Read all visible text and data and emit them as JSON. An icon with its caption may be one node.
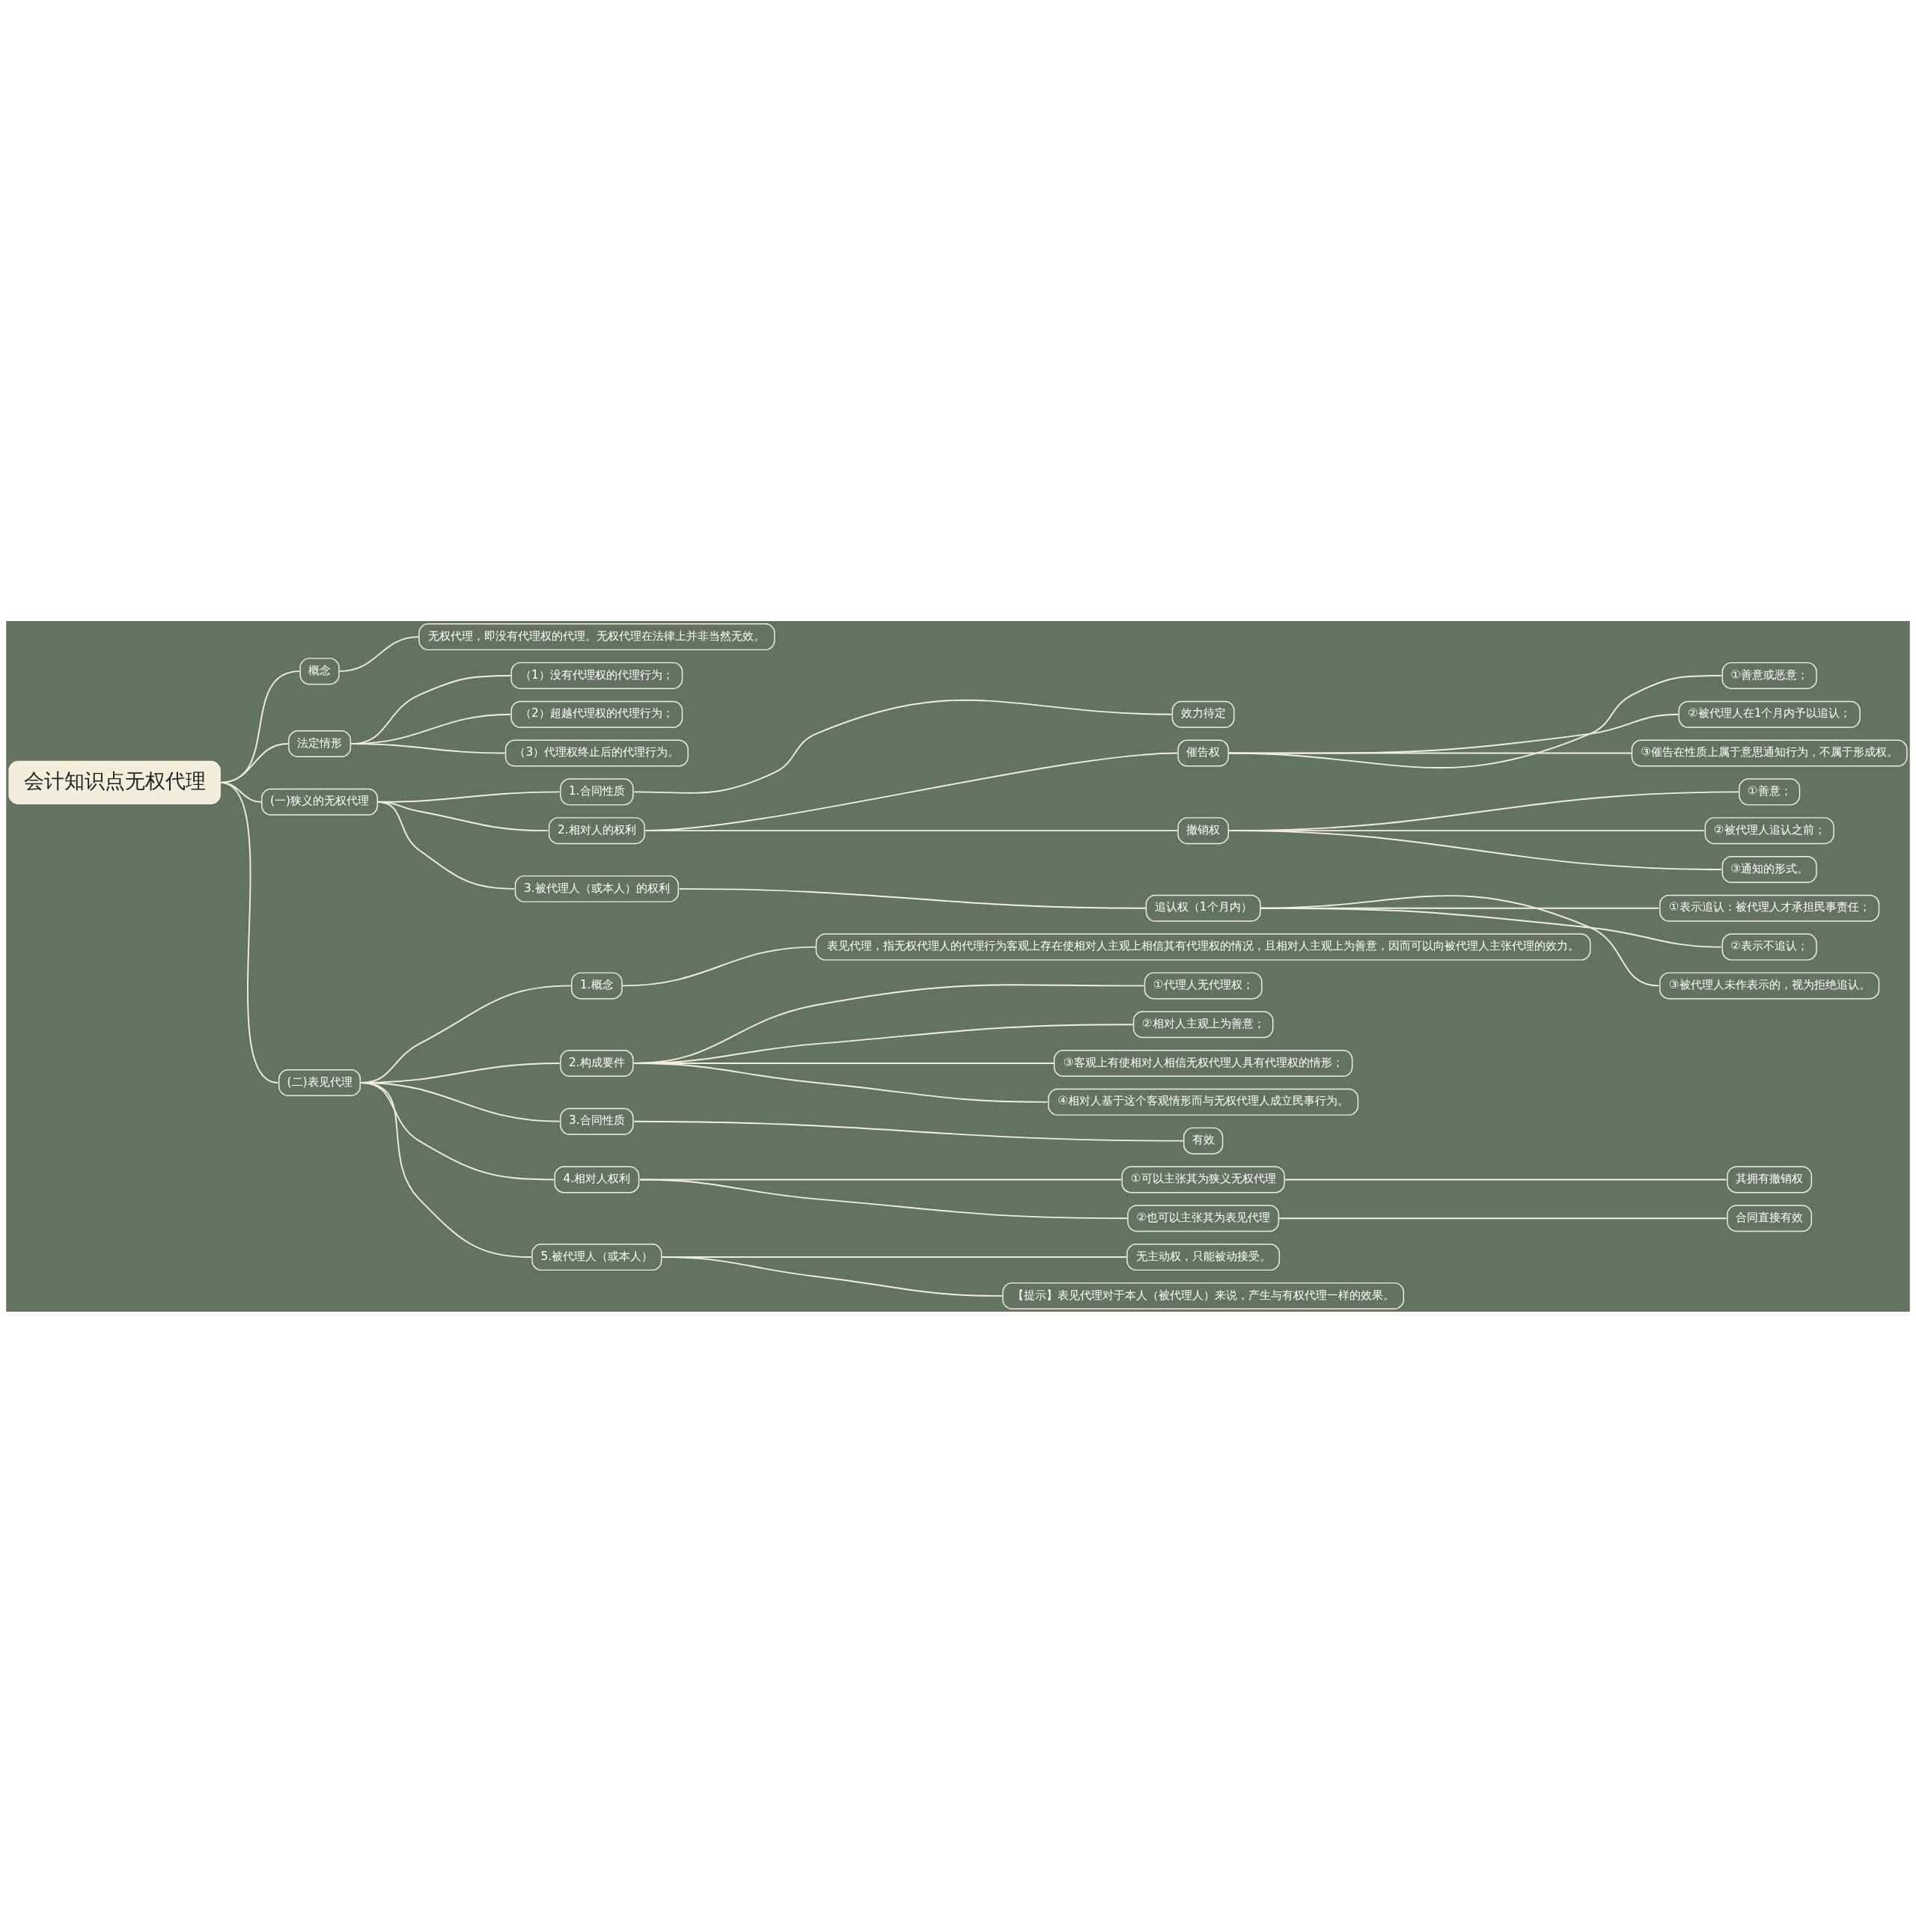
{
  "diagram": {
    "nodes": [
      {
        "text": [
          "会计知识点无权代理"
        ]
      },
      {
        "text": [
          "概念"
        ]
      },
      {
        "text": [
          "无权代理，即没有代理权的代理。无权代理在法律上并非当然无效。"
        ]
      },
      {
        "text": [
          "法定情形"
        ]
      },
      {
        "text": [
          "（1）没有代理权的代理行为；"
        ]
      },
      {
        "text": [
          "（2）超越代理权的代理行为；"
        ]
      },
      {
        "text": [
          "（3）代理权终止后的代理行为。"
        ]
      },
      {
        "text": [
          "(一)狭义的无权代理"
        ]
      },
      {
        "text": [
          "1.合同性质"
        ]
      },
      {
        "text": [
          "效力待定"
        ]
      },
      {
        "text": [
          "2.相对人的权利"
        ]
      },
      {
        "text": [
          "催告权"
        ]
      },
      {
        "text": [
          "①善意或恶意；"
        ]
      },
      {
        "text": [
          "②被代理人在1个月内予以追认；"
        ]
      },
      {
        "text": [
          "③催告在性质上属于意思通知行为，不属于形成权。"
        ]
      },
      {
        "text": [
          "撤销权"
        ]
      },
      {
        "text": [
          "①善意；"
        ]
      },
      {
        "text": [
          "②被代理人追认之前；"
        ]
      },
      {
        "text": [
          "③通知的形式。"
        ]
      },
      {
        "text": [
          "3.被代理人（或本人）的权利"
        ]
      },
      {
        "text": [
          "追认权（1个月内）"
        ]
      },
      {
        "text": [
          "①表示追认：被代理人才承担民事责任；"
        ]
      },
      {
        "text": [
          "②表示不追认；"
        ]
      },
      {
        "text": [
          "③被代理人未作表示的，视为拒绝追认。"
        ]
      },
      {
        "text": [
          "(二)表见代理"
        ]
      },
      {
        "text": [
          "1.概念"
        ]
      },
      {
        "text": [
          "表见代理，指无权代理人的代理行为客观上存在使相对人主观上相信其有代理权的情况，且相对人主观上为善意，因而可以向被代理人主张代理的效力。"
        ]
      },
      {
        "text": [
          "2.构成要件"
        ]
      },
      {
        "text": [
          "①代理人无代理权；"
        ]
      },
      {
        "text": [
          "②相对人主观上为善意；"
        ]
      },
      {
        "text": [
          "③客观上有使相对人相信无权代理人具有代理权的情形；"
        ]
      },
      {
        "text": [
          "④相对人基于这个客观情形而与无权代理人成立民事行为。"
        ]
      },
      {
        "text": [
          "3.合同性质"
        ]
      },
      {
        "text": [
          "有效"
        ]
      },
      {
        "text": [
          "4.相对人权利"
        ]
      },
      {
        "text": [
          "①可以主张其为狭义无权代理"
        ]
      },
      {
        "text": [
          "其拥有撤销权"
        ]
      },
      {
        "text": [
          "②也可以主张其为表见代理"
        ]
      },
      {
        "text": [
          "合同直接有效"
        ]
      },
      {
        "text": [
          "5.被代理人（或本人）"
        ]
      },
      {
        "text": [
          "无主动权，只能被动接受。"
        ]
      },
      {
        "text": [
          "【提示】表见代理对于本人（被代理人）来说，产生与有权代理一样的效果。"
        ]
      }
    ],
    "edges": [
      {
        "from": 0,
        "to": 1,
        "arrow": "none"
      },
      {
        "from": 1,
        "to": 2,
        "arrow": "none"
      },
      {
        "from": 0,
        "to": 3,
        "arrow": "none"
      },
      {
        "from": 3,
        "to": 4,
        "arrow": "none"
      },
      {
        "from": 3,
        "to": 5,
        "arrow": "none"
      },
      {
        "from": 3,
        "to": 6,
        "arrow": "none"
      },
      {
        "from": 0,
        "to": 7,
        "arrow": "none"
      },
      {
        "from": 7,
        "to": 8,
        "arrow": "none"
      },
      {
        "from": 8,
        "to": 9,
        "arrow": "none"
      },
      {
        "from": 7,
        "to": 10,
        "arrow": "none"
      },
      {
        "from": 10,
        "to": 11,
        "arrow": "none"
      },
      {
        "from": 11,
        "to": 12,
        "arrow": "none"
      },
      {
        "from": 11,
        "to": 13,
        "arrow": "none"
      },
      {
        "from": 11,
        "to": 14,
        "arrow": "none"
      },
      {
        "from": 10,
        "to": 15,
        "arrow": "none"
      },
      {
        "from": 15,
        "to": 16,
        "arrow": "none"
      },
      {
        "from": 15,
        "to": 17,
        "arrow": "none"
      },
      {
        "from": 15,
        "to": 18,
        "arrow": "none"
      },
      {
        "from": 7,
        "to": 19,
        "arrow": "none"
      },
      {
        "from": 19,
        "to": 20,
        "arrow": "none"
      },
      {
        "from": 20,
        "to": 21,
        "arrow": "none"
      },
      {
        "from": 20,
        "to": 22,
        "arrow": "none"
      },
      {
        "from": 20,
        "to": 23,
        "arrow": "none"
      },
      {
        "from": 0,
        "to": 24,
        "arrow": "none"
      },
      {
        "from": 24,
        "to": 25,
        "arrow": "none"
      },
      {
        "from": 25,
        "to": 26,
        "arrow": "none"
      },
      {
        "from": 24,
        "to": 27,
        "arrow": "none"
      },
      {
        "from": 27,
        "to": 28,
        "arrow": "none"
      },
      {
        "from": 27,
        "to": 29,
        "arrow": "none"
      },
      {
        "from": 27,
        "to": 30,
        "arrow": "none"
      },
      {
        "from": 27,
        "to": 31,
        "arrow": "none"
      },
      {
        "from": 24,
        "to": 32,
        "arrow": "none"
      },
      {
        "from": 32,
        "to": 33,
        "arrow": "none"
      },
      {
        "from": 24,
        "to": 34,
        "arrow": "none"
      },
      {
        "from": 34,
        "to": 35,
        "arrow": "none"
      },
      {
        "from": 35,
        "to": 36,
        "arrow": "none"
      },
      {
        "from": 34,
        "to": 37,
        "arrow": "none"
      },
      {
        "from": 37,
        "to": 38,
        "arrow": "none"
      },
      {
        "from": 24,
        "to": 39,
        "arrow": "none"
      },
      {
        "from": 39,
        "to": 40,
        "arrow": "none"
      },
      {
        "from": 39,
        "to": 41,
        "arrow": "none"
      }
    ]
  }
}
